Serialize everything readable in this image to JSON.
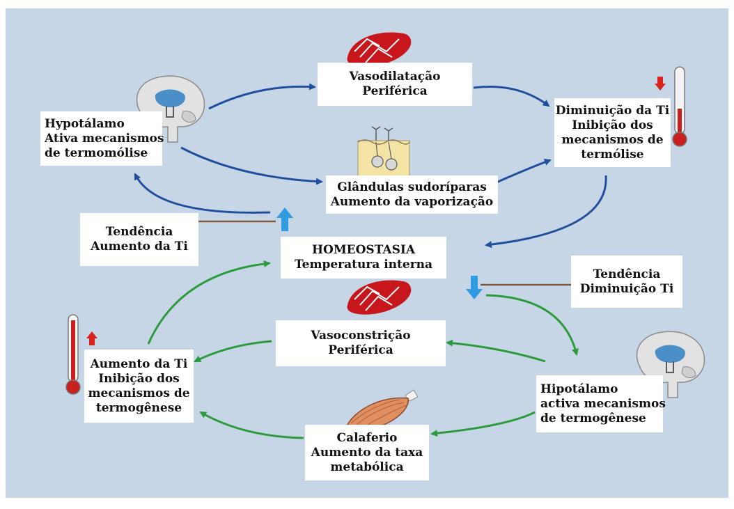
{
  "colors": {
    "background": "#c7d6e6",
    "warm_arrow": "#1f4e9c",
    "cold_arrow": "#2a9a3a",
    "trend_up_arrow": "#2f9be0",
    "vessel": "#c8161d",
    "muscle": "#e09060",
    "brain": "#e2e2e2",
    "brain_core": "#4a8fc8",
    "thermometer_red": "#c81f1f",
    "connector_line": "#7a5a40"
  },
  "nodes": {
    "hypothalamus_hot": [
      "Hypotálamo",
      "Ativa mecanismos",
      "de termomólise"
    ],
    "vasodilation": [
      "Vasodilatação",
      "Periférica"
    ],
    "sweat_glands": [
      "Glândulas sudoríparas",
      "Aumento da vaporização"
    ],
    "decrease_ti": [
      "Diminuição da Ti",
      "Inibição dos",
      "mecanismos de",
      "termólise"
    ],
    "trend_increase": [
      "Tendência",
      "Aumento da Ti"
    ],
    "homeostasis": [
      "HOMEOSTASIA",
      "Temperatura interna"
    ],
    "trend_decrease": [
      "Tendência",
      "Diminuição Ti"
    ],
    "vasoconstriction": [
      "Vasoconstrição",
      "Periférica"
    ],
    "increase_ti": [
      "Aumento da Ti",
      "Inibição dos",
      "mecanismos de",
      "termogênese"
    ],
    "hypothalamus_cold": [
      "Hipotálamo",
      "activa mecanismos",
      "de termogênese"
    ],
    "shivering": [
      "Calaferio",
      "Aumento da taxa",
      "metabólica"
    ]
  },
  "icons": {
    "brain": "brain-icon",
    "vessel": "blood-vessel-icon",
    "skin": "skin-sweat-gland-icon",
    "muscle": "muscle-icon",
    "thermometer": "thermometer-icon",
    "arrow_up": "arrow-up-icon",
    "arrow_down": "arrow-down-icon"
  }
}
